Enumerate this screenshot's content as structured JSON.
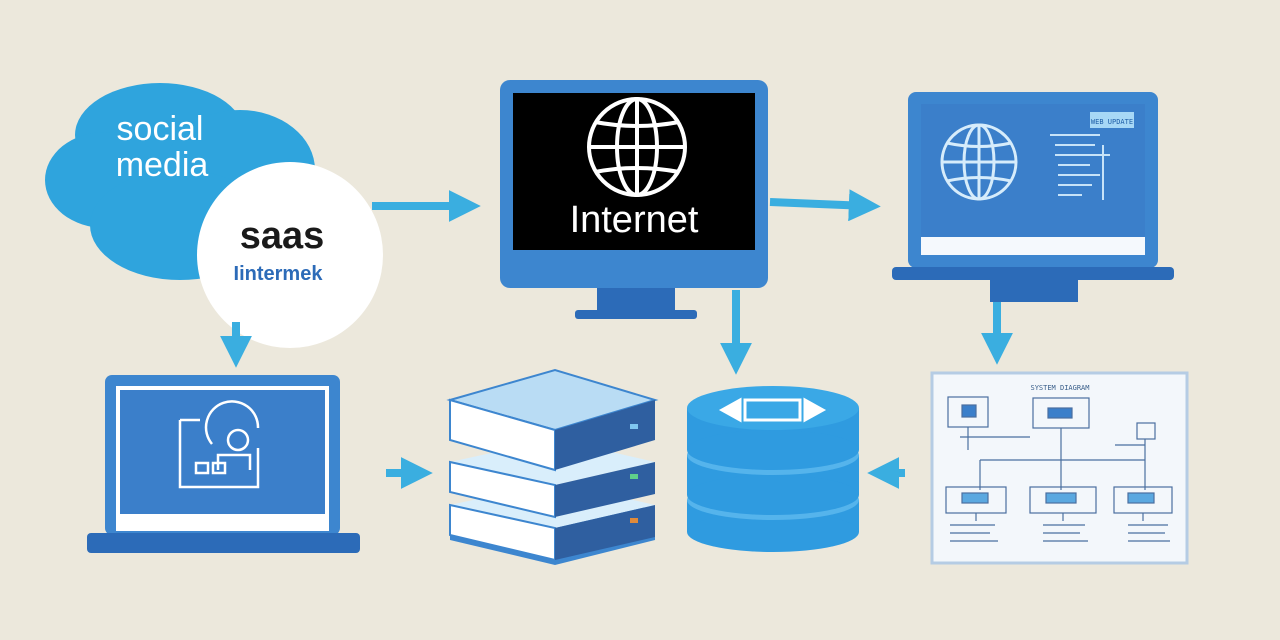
{
  "colors": {
    "background": "#ece8dc",
    "arrow": "#3aaee0",
    "cloud_blue": "#2fa4dd",
    "device_frame": "#3d86cf",
    "device_dark": "#2c6bb8",
    "screen_blue": "#3b7fca",
    "server_light": "#b9dcf4",
    "server_mid": "#5aa8e0",
    "database": "#2f9be0",
    "screen_black": "#000000"
  },
  "cloud": {
    "line1": "social",
    "line2": "media",
    "badge_title": "saas",
    "badge_subtitle": "Iintermek"
  },
  "monitor": {
    "screen_label": "Internet",
    "icon": "globe-icon"
  },
  "laptop_right": {
    "icon": "globe-icon",
    "tag": "WEB UPDATE"
  },
  "laptop_left": {
    "icon": "document-gear-icon"
  },
  "servers": {
    "icon": "server-stack-icon"
  },
  "database": {
    "icon": "database-icon"
  },
  "blueprint": {
    "title": "SYSTEM DIAGRAM"
  },
  "connections": [
    {
      "from": "cloud",
      "to": "monitor"
    },
    {
      "from": "monitor",
      "to": "laptop-right"
    },
    {
      "from": "monitor",
      "to": "database"
    },
    {
      "from": "cloud",
      "to": "laptop-left"
    },
    {
      "from": "laptop-right",
      "to": "blueprint"
    },
    {
      "from": "laptop-left",
      "to": "servers"
    },
    {
      "from": "blueprint",
      "to": "database"
    }
  ]
}
